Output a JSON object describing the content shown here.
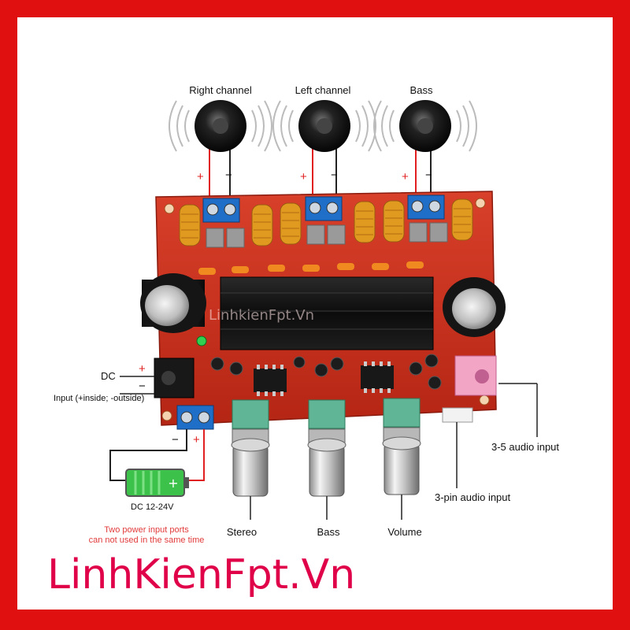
{
  "speakers": [
    {
      "label": "Right channel"
    },
    {
      "label": "Left channel"
    },
    {
      "label": "Bass"
    }
  ],
  "polarity": {
    "plus": "+",
    "minus": "−"
  },
  "ports": {
    "dc": "DC",
    "input": "Input (+inside; -outside)",
    "battery": "DC 12-24V",
    "aux": "3-5 audio input",
    "pin3": "3-pin audio input"
  },
  "knobs": [
    {
      "label": "Stereo"
    },
    {
      "label": "Bass"
    },
    {
      "label": "Volume"
    }
  ],
  "warning": {
    "line1": "Two power input ports",
    "line2": "can not used in the same time"
  },
  "watermark": "LinhkienFpt.Vn",
  "brand": "LinhKienFpt.Vn",
  "colors": {
    "frame": "#e01010",
    "board": "#c8301e",
    "brand": "#e0004a",
    "warning": "#e23b3b",
    "terminal": "#1f6fc8",
    "wire_red": "#e02020"
  }
}
